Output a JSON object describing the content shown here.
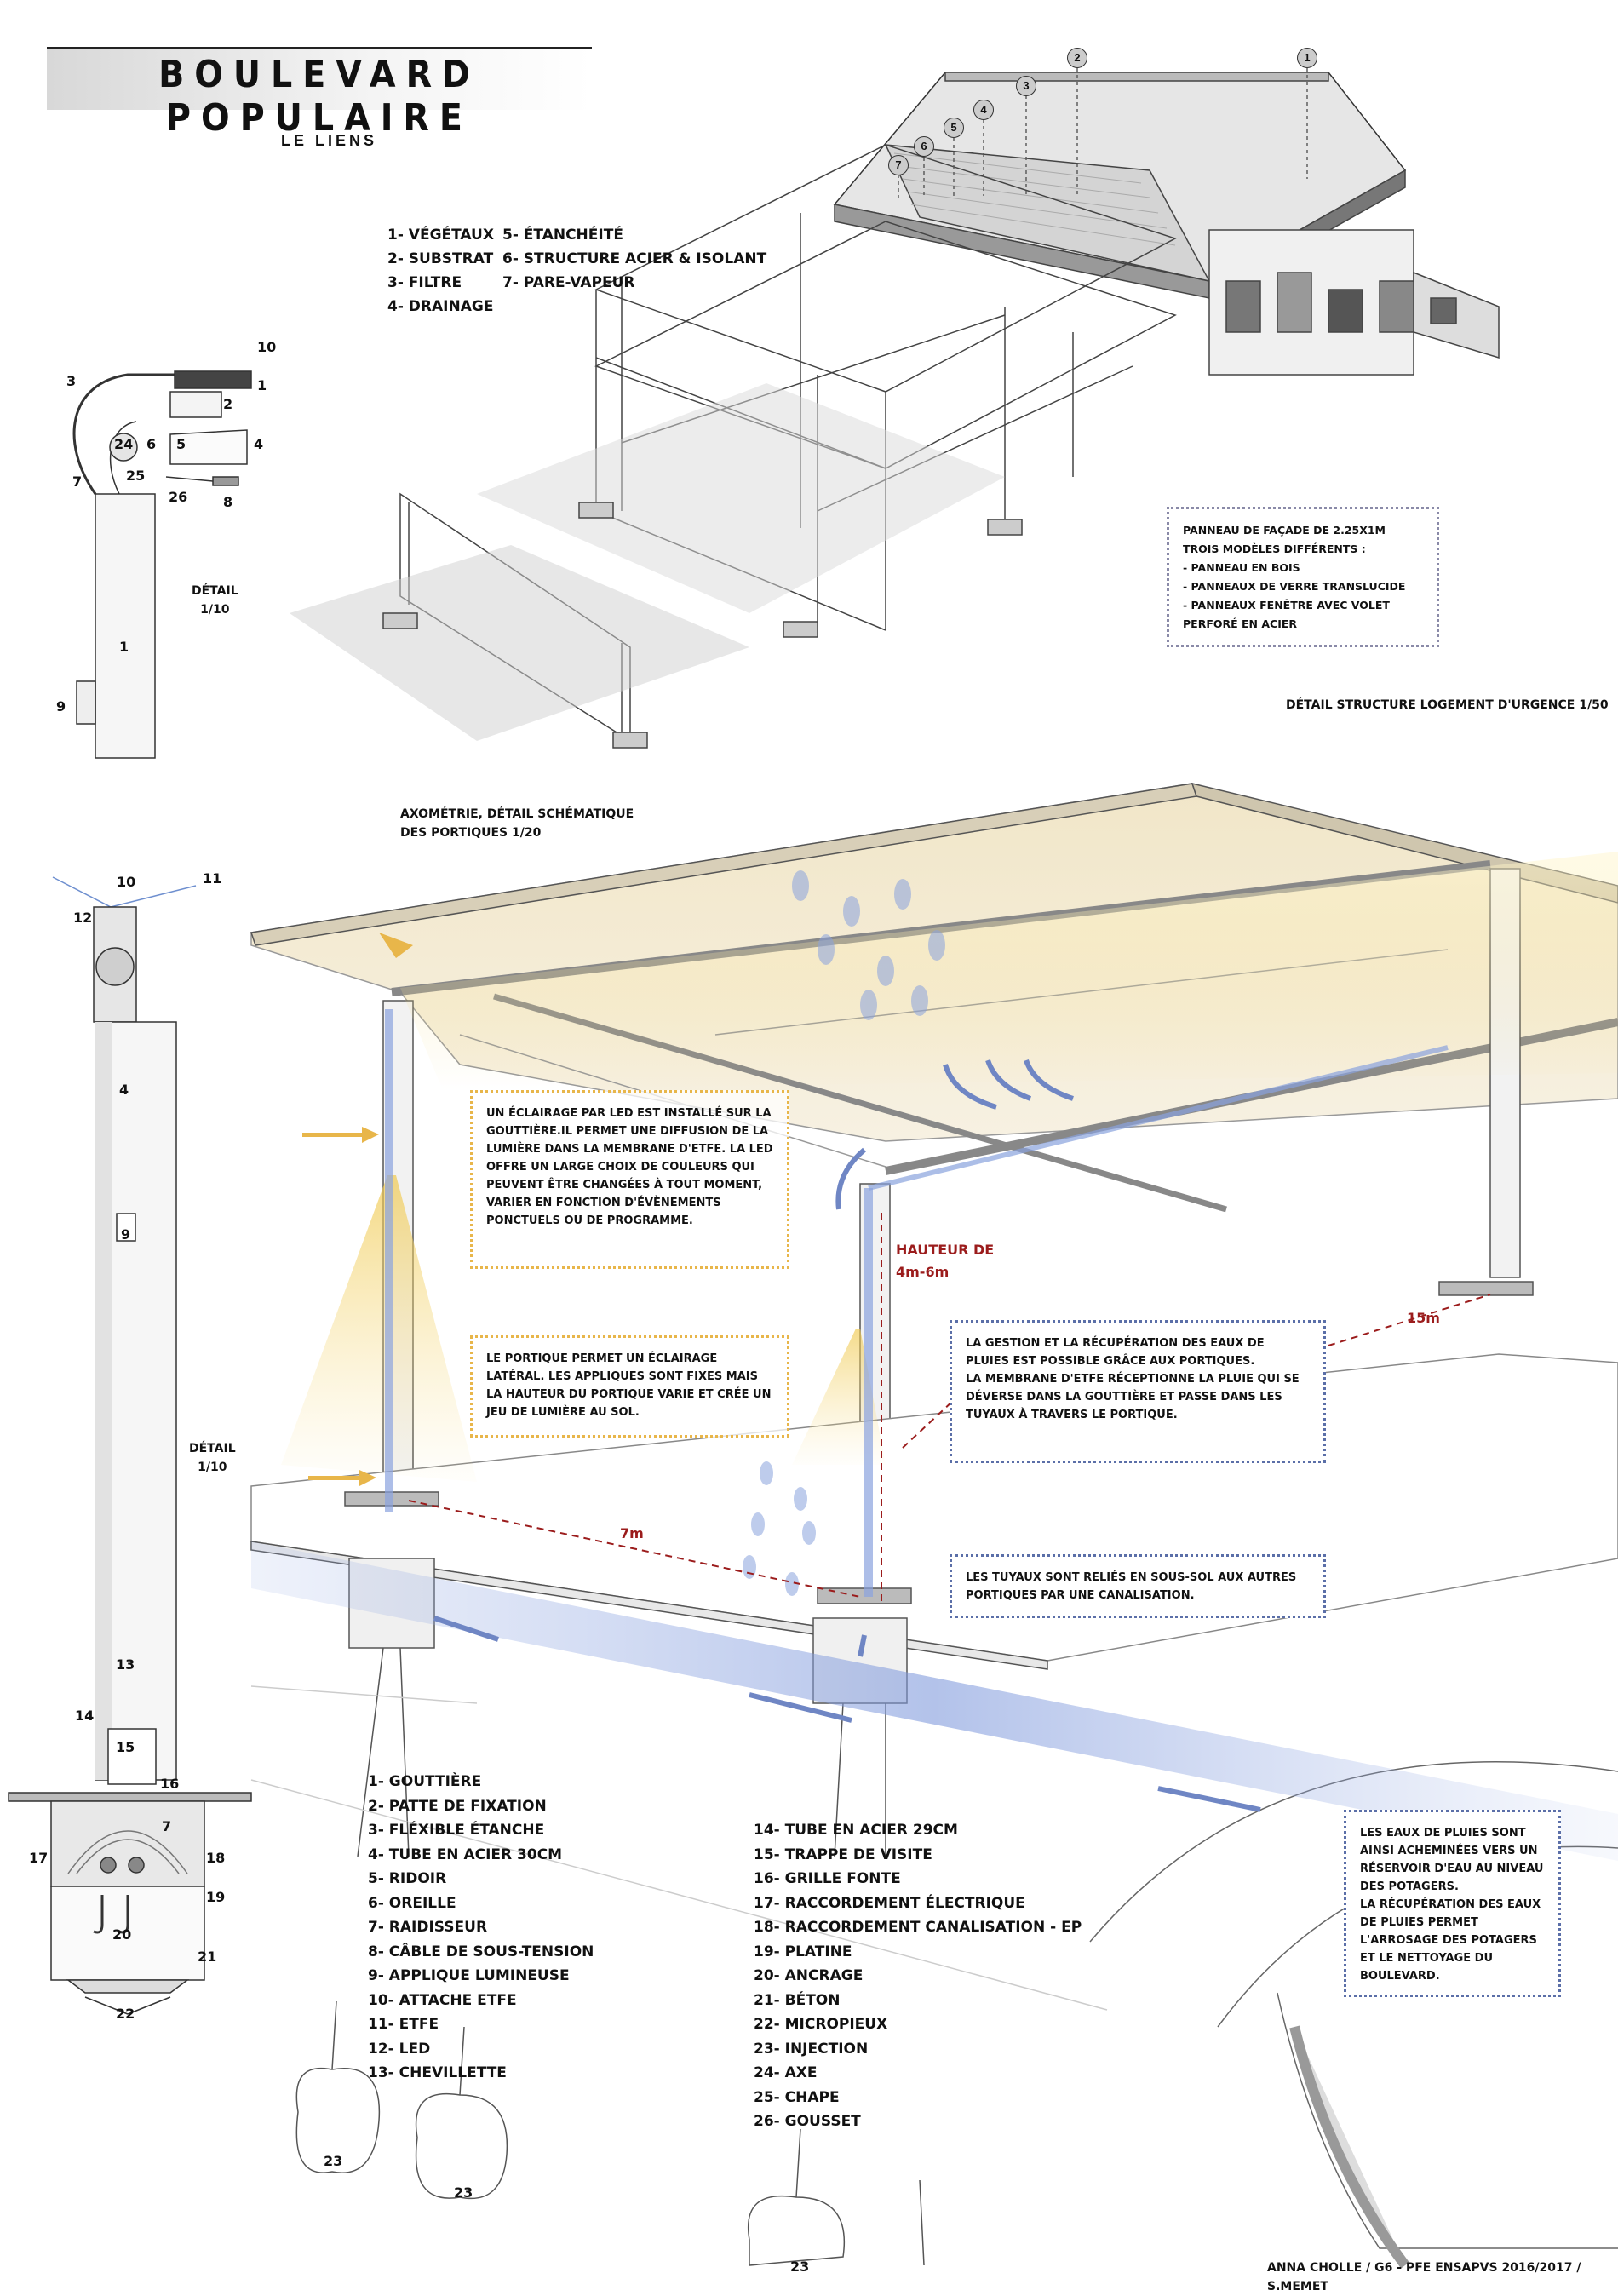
{
  "header": {
    "title": "BOULEVARD POPULAIRE",
    "subtitle": "LE LIENS"
  },
  "legend_top": {
    "col1": [
      "1- VÉGÉTAUX",
      "2- SUBSTRAT",
      "3- FILTRE",
      "4- DRAINAGE"
    ],
    "col2": [
      "5- ÉTANCHÉITÉ",
      "6- STRUCTURE ACIER & ISOLANT",
      "7- PARE-VAPEUR"
    ]
  },
  "top_axo_numbers": [
    "7",
    "6",
    "5",
    "4",
    "3",
    "2",
    "1"
  ],
  "facade_box": {
    "lines": [
      "PANNEAU DE FAÇADE DE 2.25X1M",
      "TROIS MODÈLES DIFFÉRENTS :",
      "- PANNEAU EN BOIS",
      "- PANNEAUX DE VERRE TRANSLUCIDE",
      "- PANNEAUX FENÊTRE AVEC VOLET PERFORÉ EN ACIER"
    ]
  },
  "labels": {
    "detail_structure": "DÉTAIL STRUCTURE LOGEMENT D'URGENCE 1/50",
    "axo_line1": "AXOMÉTRIE, DÉTAIL SCHÉMATIQUE",
    "axo_line2": "DES PORTIQUES 1/20",
    "detail_small_1": "DÉTAIL",
    "detail_small_2": "1/10",
    "detail_big_1": "DÉTAIL",
    "detail_big_2": "1/10",
    "hauteur_1": "HAUTEUR DE",
    "hauteur_2": "4m-6m",
    "dim_15m": "15m",
    "dim_7m": "7m",
    "footer": "ANNA CHOLLE / G6 - PFE ENSAPVS 2016/2017 / S.MEMET"
  },
  "small_detail_numbers": [
    "10",
    "1",
    "2",
    "3",
    "24",
    "6",
    "5",
    "4",
    "7",
    "25",
    "26",
    "8",
    "1",
    "9"
  ],
  "big_detail_numbers": [
    "10",
    "11",
    "12",
    "4",
    "9",
    "13",
    "14",
    "15",
    "16",
    "7",
    "17",
    "18",
    "19",
    "20",
    "21",
    "22"
  ],
  "boxes": {
    "led": "UN ÉCLAIRAGE PAR LED EST INSTALLÉ SUR LA GOUTTIÈRE.IL PERMET UNE DIFFUSION DE LA LUMIÈRE DANS LA MEMBRANE D'ETFE. LA LED OFFRE UN LARGE CHOIX DE COULEURS QUI PEUVENT ÊTRE CHANGÉES À TOUT MOMENT, VARIER EN FONCTION D'ÉVÈNEMENTS PONCTUELS OU DE PROGRAMME.",
    "portique": "LE PORTIQUE PERMET UN ÉCLAIRAGE LATÉRAL. LES APPLIQUES SONT FIXES MAIS LA HAUTEUR DU PORTIQUE VARIE ET CRÉE UN JEU DE LUMIÈRE AU SOL.",
    "pluie_1": "LA GESTION ET LA RÉCUPÉRATION DES EAUX DE PLUIES EST POSSIBLE GRÂCE AUX PORTIQUES.",
    "pluie_2": "LA MEMBRANE D'ETFE RÉCEPTIONNE LA PLUIE QUI SE DÉVERSE DANS LA GOUTTIÈRE ET PASSE DANS LES TUYAUX À TRAVERS LE PORTIQUE.",
    "tuyaux": "LES TUYAUX SONT RELIÉS EN SOUS-SOL AUX AUTRES PORTIQUES PAR UNE CANALISATION.",
    "potagers_1": "LES EAUX DE PLUIES SONT AINSI ACHEMINÉES VERS UN RÉSERVOIR D'EAU AU NIVEAU DES POTAGERS.",
    "potagers_2": "LA RÉCUPÉRATION DES EAUX DE PLUIES PERMET L'ARROSAGE DES POTAGERS ET LE NETTOYAGE DU BOULEVARD."
  },
  "legend_bottom": {
    "col1": [
      "1- GOUTTIÈRE",
      "2- PATTE DE FIXATION",
      "3- FLÉXIBLE ÉTANCHE",
      "4- TUBE EN ACIER 30CM",
      "5- RIDOIR",
      "6- OREILLE",
      "7- RAIDISSEUR",
      "8- CÂBLE DE SOUS-TENSION",
      "9- APPLIQUE LUMINEUSE",
      "10- ATTACHE ETFE",
      "11- ETFE",
      "12- LED",
      "13- CHEVILLETTE"
    ],
    "col2": [
      "14- TUBE EN ACIER 29CM",
      "15- TRAPPE DE VISITE",
      "16- GRILLE FONTE",
      "17- RACCORDEMENT ÉLECTRIQUE",
      "18- RACCORDEMENT CANALISATION - EP",
      "19- PLATINE",
      "20- ANCRAGE",
      "21- BÉTON",
      "22- MICROPIEUX",
      "23- INJECTION",
      "24- AXE",
      "25- CHAPE",
      "26- GOUSSET"
    ]
  },
  "pile_numbers": [
    "23",
    "23",
    "23"
  ],
  "colors": {
    "accent_yellow": "#e8b64a",
    "water_blue": "#6f86c4",
    "dim_red": "#9b1c1c"
  }
}
